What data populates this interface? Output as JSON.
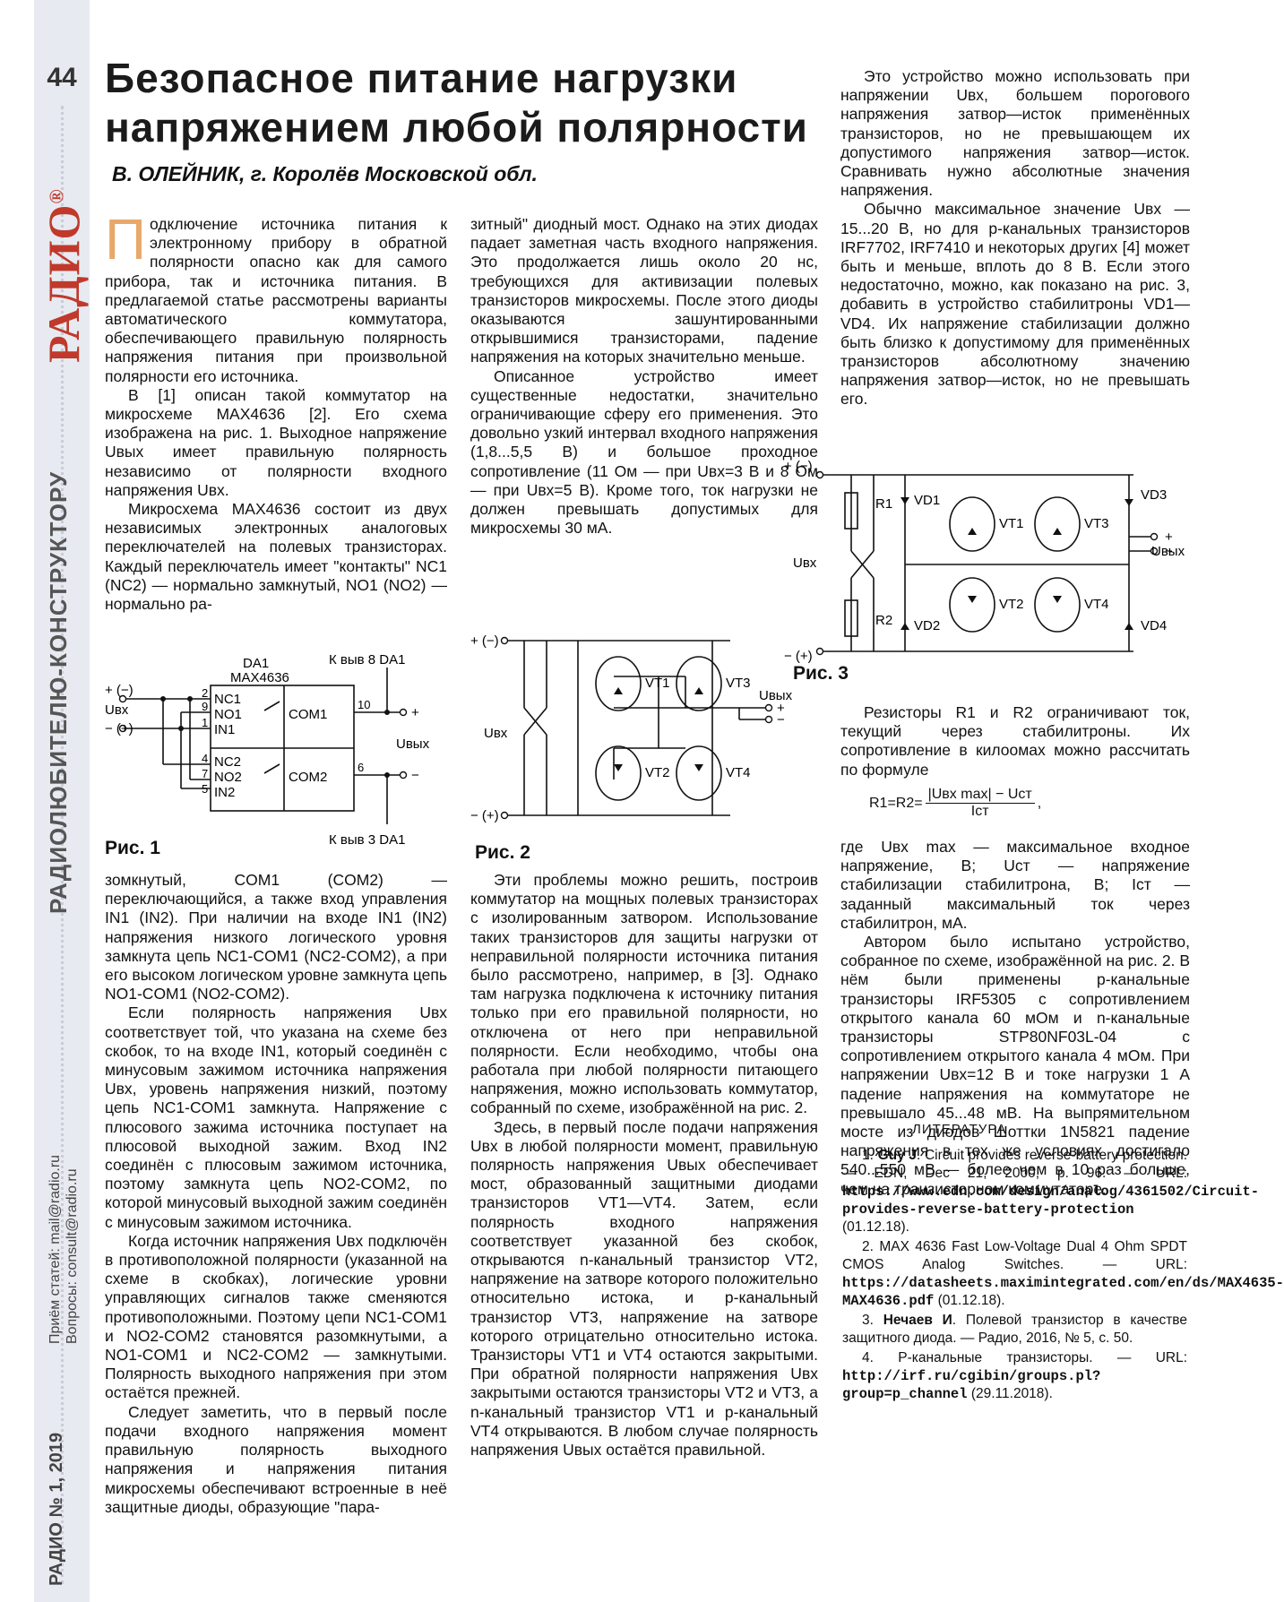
{
  "page_number": "44",
  "brand": "РАДИО",
  "brand_reg": "®",
  "section": "РАДИОЛЮБИТЕЛЮ-КОНСТРУКТОРУ",
  "contacts": {
    "line1": "Приём статей: mail@radio.ru",
    "line2": "Вопросы: consult@radio.ru"
  },
  "issue": "РАДИО № 1, 2019",
  "title_line1": "Безопасное питание нагрузки",
  "title_line2": "напряжением любой полярности",
  "author": "В. ОЛЕЙНИК, г. Королёв Московской обл.",
  "col1_top": [
    "одключение источника питания к электронному прибору в обратной полярности опасно как для самого прибора, так и источника питания. В предлагаемой статье рассмотрены варианты автоматического коммутатора, обеспечивающего правильную полярность напряжения питания при произвольной полярности его источника.",
    "В [1] описан такой коммутатор на микросхеме MAX4636 [2]. Его схема изображена на рис. 1. Выходное напряжение Uвых имеет правильную полярность независимо от полярности входного напряжения Uвх.",
    "Микросхема MAX4636 состоит из двух независимых электронных аналоговых переключателей на полевых транзисторах. Каждый переключатель имеет \"контакты\" NC1 (NC2) — нормально замкнутый, NO1 (NO2) — нормально ра-"
  ],
  "dropcap": "П",
  "col2_top": [
    "зитный\" диодный мост. Однако на этих диодах падает заметная часть входного напряжения. Это продолжается лишь около 20 нс, требующихся для активизации полевых транзисторов микросхемы. После этого диоды оказываются зашунтированными открывшимися транзисторами, падение напряжения на которых значительно меньше.",
    "Описанное устройство имеет существенные недостатки, значительно ограничивающие сферу его применения. Это довольно узкий интервал входного напряжения (1,8...5,5 В) и большое проходное сопротивление (11 Ом — при Uвх=3 В и 8 Ом — при Uвх=5 В). Кроме того, ток нагрузки не должен превышать допустимых для микросхемы 30 мА."
  ],
  "col3_top": [
    "Это устройство можно использовать при напряжении Uвх, большем порогового напряжения затвор—исток применённых транзисторов, но не превышающем их допустимого напряжения затвор—исток. Сравнивать нужно абсолютные значения напряжения.",
    "Обычно максимальное значение Uвх — 15...20 В, но для p-канальных транзисторов IRF7702, IRF7410 и некоторых других [4] может быть и меньше, вплоть до 8 В. Если этого недостаточно, можно, как показано на рис. 3, добавить в устройство стабилитроны VD1—VD4. Их напряжение стабилизации должно быть близко к допустимому для применённых транзисторов абсолютному значению напряжения затвор—исток, но не превышать его."
  ],
  "col1_bottom": [
    "зомкнутый, COM1 (COM2) — переключающийся, а также вход управления IN1 (IN2). При наличии на входе IN1 (IN2) напряжения низкого логического уровня замкнута цепь NC1-COM1 (NC2-COM2), а при его высоком логическом уровне замкнута цепь NO1-COM1 (NO2-COM2).",
    "Если полярность напряжения Uвх соответствует той, что указана на схеме без скобок, то на входе IN1, который соединён с минусовым зажимом источника напряжения Uвх, уровень напряжения низкий, поэтому цепь NC1-COM1 замкнута. Напряжение с плюсового зажима источника поступает на плюсовой выходной зажим. Вход IN2 соединён с плюсовым зажимом источника, поэтому замкнута цепь NO2-COM2, по которой минусовый выходной зажим соединён с минусовым зажимом источника.",
    "Когда источник напряжения Uвх подключён в противоположной полярности (указанной на схеме в скобках), логические уровни управляющих сигналов также сменяются противоположными. Поэтому цепи NC1-COM1 и NO2-COM2 становятся разомкнутыми, а NO1-COM1 и NC2-COM2 — замкнутыми. Полярность выходного напряжения при этом остаётся прежней.",
    "Следует заметить, что в первый после подачи входного напряжения момент правильную полярность выходного напряжения и напряжения питания микросхемы обеспечивают встроенные в неё защитные диоды, образующие \"пара-"
  ],
  "col2_bottom": [
    "Эти проблемы можно решить, построив коммутатор на мощных полевых транзисторах с изолированным затвором. Использование таких транзисторов для защиты нагрузки от неправильной полярности источника питания было рассмотрено, например, в [3]. Однако там нагрузка подключена к источнику питания только при его правильной полярности, но отключена от него при неправильной полярности. Если необходимо, чтобы она работала при любой полярности питающего напряжения, можно использовать коммутатор, собранный по схеме, изображённой на рис. 2.",
    "Здесь, в первый после подачи напряжения Uвх в любой полярности момент, правильную полярность напряжения Uвых обеспечивает мост, образованный защитными диодами транзисторов VT1—VT4. Затем, если полярность входного напряжения соответствует указанной без скобок, открываются n-канальный транзистор VT2, напряжение на затворе которого положительно относительно истока, и p-канальный транзистор VT3, напряжение на затворе которого отрицательно относительно истока. Транзисторы VT1 и VT4 остаются закрытыми. При обратной полярности напряжения Uвх закрытыми остаются транзисторы VT2 и VT3, а n-канальный транзистор VT1 и p-канальный VT4 открываются. В любом случае полярность напряжения Uвых остаётся правильной."
  ],
  "col3_mid": [
    "Резисторы R1 и R2 ограничивают ток, текущий через стабилитроны. Их сопротивление в килоомах можно рассчитать по формуле"
  ],
  "formula": {
    "lhs": "R1=R2=",
    "num": "|Uвх max| − Uст",
    "den": "Iст",
    "tail": ","
  },
  "col3_bottom": [
    "где Uвх max — максимальное входное напряжение, В; Uст — напряжение стабилизации стабилитрона, В; Iст — заданный максимальный ток через стабилитрон, мА.",
    "Автором было испытано устройство, собранное по схеме, изображённой на рис. 2. В нём были применены p-канальные транзисторы IRF5305 с сопротивлением открытого канала 60 мОм и n-канальные транзисторы STP80NF03L-04 с сопротивлением открытого канала 4 мОм. При напряжении Uвх=12 В и токе нагрузки 1 А падение напряжения на коммутаторе не превышало 45...48 мВ. На выпрямительном мосте из диодов Шоттки 1N5821 падение напряжения в тех же условиях достигало 540...550 мВ — более чем в 10 раз больше, чем на транзисторном коммутаторе."
  ],
  "refs_title": "ЛИТЕРАТУРА",
  "refs": [
    {
      "a": "1. ",
      "b": "Guy J",
      "c": ". Circuit provides reverse-battery protection. — EDN, Dec 21, 2000, p. 96. — URL: ",
      "d": "https://www.edn.com/design/analog/4361502/Circuit-provides-reverse-battery-protection",
      "e": " (01.12.18)."
    },
    {
      "a": "2. ",
      "b": "",
      "c": "MAX 4636 Fast Low-Voltage Dual 4 Ohm SPDT CMOS Analog Switches. — URL: ",
      "d": "https://datasheets.maximintegrated.com/en/ds/MAX4635-MAX4636.pdf",
      "e": " (01.12.18)."
    },
    {
      "a": "3. ",
      "b": "Нечаев И",
      "c": ". Полевой транзистор в качестве защитного диода. — Радио, 2016, № 5, с. 50.",
      "d": "",
      "e": ""
    },
    {
      "a": "4. ",
      "b": "",
      "c": "P-канальные транзисторы. — URL: ",
      "d": "http://irf.ru/cgibin/groups.pl?group=p_channel",
      "e": " (29.11.2018)."
    }
  ],
  "fig1": {
    "caption": "Рис. 1",
    "da1": "DA1",
    "chip": "MAX4636",
    "kvyv8": "К выв  8 DA1",
    "kvyv3": "К выв  3 DA1",
    "plus_minus": "+ (−)",
    "minus_plus": "− (+)",
    "uvx": "Uвх",
    "uvyx": "Uвых",
    "plus": "+",
    "minus": "−",
    "pins": [
      "NC1",
      "NO1",
      "IN1",
      "NC2",
      "NO2",
      "IN2"
    ],
    "com1": "COM1",
    "com2": "COM2",
    "pin_nums": [
      "2",
      "9",
      "1",
      "4",
      "7",
      "5",
      "10",
      "6"
    ]
  },
  "fig2": {
    "caption": "Рис. 2",
    "top_in": "+ (−)",
    "bot_in": "− (+)",
    "uvx": "Uвх",
    "uvyx": "Uвых",
    "plus": "+",
    "minus": "−",
    "vt": [
      "VT1",
      "VT3",
      "VT2",
      "VT4"
    ]
  },
  "fig3": {
    "caption": "Рис. 3",
    "top_in": "+ (−)",
    "bot_in": "− (+)",
    "uvx": "Uвх",
    "uvyx": "Uвых",
    "plus": "+",
    "minus": "−",
    "r": [
      "R1",
      "R2"
    ],
    "vd": [
      "VD1",
      "VD3",
      "VD2",
      "VD4"
    ],
    "vt": [
      "VT1",
      "VT3",
      "VT2",
      "VT4"
    ]
  }
}
